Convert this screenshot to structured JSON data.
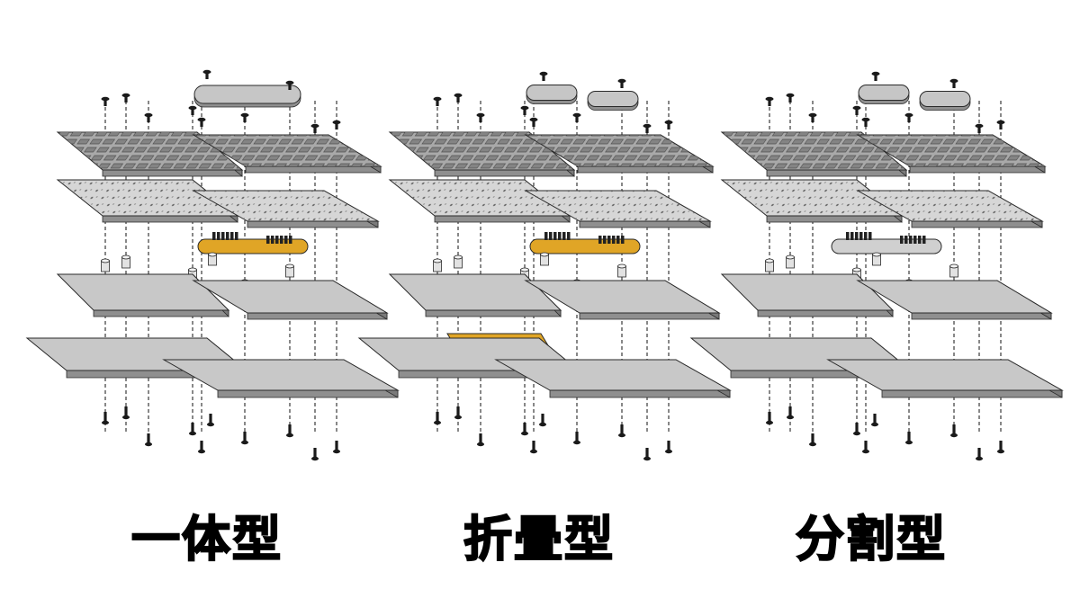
{
  "colors": {
    "plate_top": "#c8c8c8",
    "plate_side": "#8f8f8f",
    "board_top": "#a9a9a9",
    "pcb_top": "#d6d6d6",
    "gold": "#e0a526",
    "outline": "#2a2a2a",
    "screw": "#1a1a1a",
    "dash": "#111111"
  },
  "variants": [
    {
      "label": "一体型",
      "id": "integrated",
      "bridge": "single",
      "center_plate": false
    },
    {
      "label": "折畳型",
      "id": "folding",
      "bridge": "single",
      "center_plate": true
    },
    {
      "label": "分割型",
      "id": "split",
      "bridge": "dark",
      "center_plate": false
    }
  ],
  "icons": {
    "screw": "screw-icon",
    "spacer": "spacer-icon"
  }
}
